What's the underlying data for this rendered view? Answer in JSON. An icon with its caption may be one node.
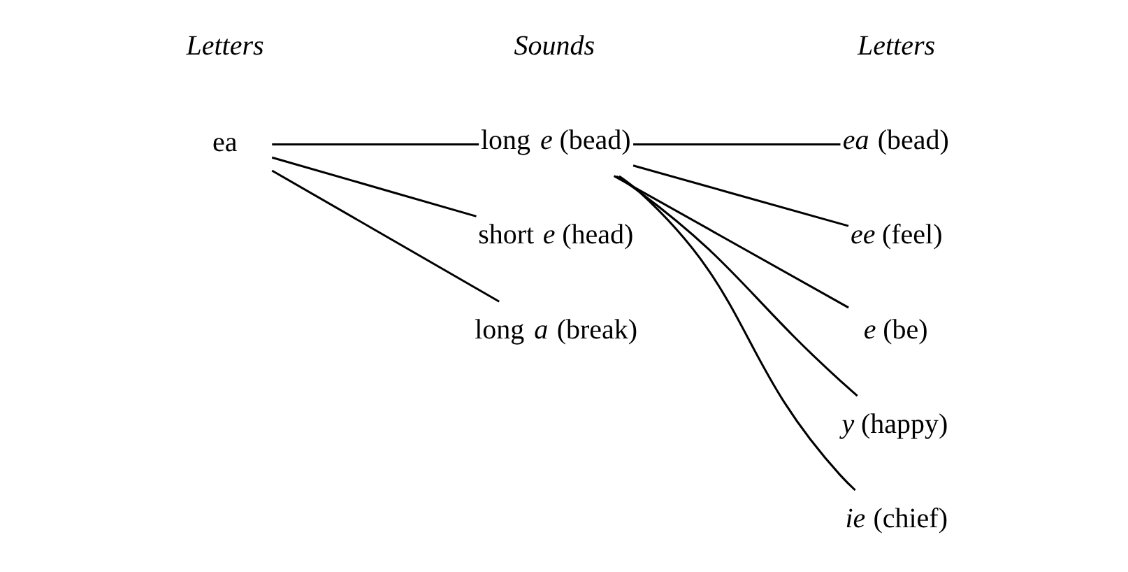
{
  "diagram": {
    "nodes": [
      {
        "text": [
          "ea"
        ]
      },
      {
        "text": [
          "long *e* (bead)"
        ]
      },
      {
        "text": [
          "short *e* (head)"
        ]
      },
      {
        "text": [
          "long *a* (break)"
        ]
      },
      {
        "text": [
          "*ea* (bead)"
        ]
      },
      {
        "text": [
          "*ee* (feel)"
        ]
      },
      {
        "text": [
          "*e* (be)"
        ]
      },
      {
        "text": [
          "*y* (happy)"
        ]
      },
      {
        "text": [
          "*ie* (chief)"
        ]
      }
    ],
    "edges": [
      {
        "from": 0,
        "to": 1,
        "arrow": "none"
      },
      {
        "from": 0,
        "to": 2,
        "arrow": "none"
      },
      {
        "from": 0,
        "to": 3,
        "arrow": "none"
      },
      {
        "from": 1,
        "to": 4,
        "arrow": "none"
      },
      {
        "from": 1,
        "to": 5,
        "arrow": "none"
      },
      {
        "from": 1,
        "to": 6,
        "arrow": "none"
      },
      {
        "from": 1,
        "to": 7,
        "arrow": "none"
      },
      {
        "from": 1,
        "to": 8,
        "arrow": "none"
      }
    ],
    "labels": [
      "Letters",
      "Sounds",
      "Letters"
    ]
  }
}
